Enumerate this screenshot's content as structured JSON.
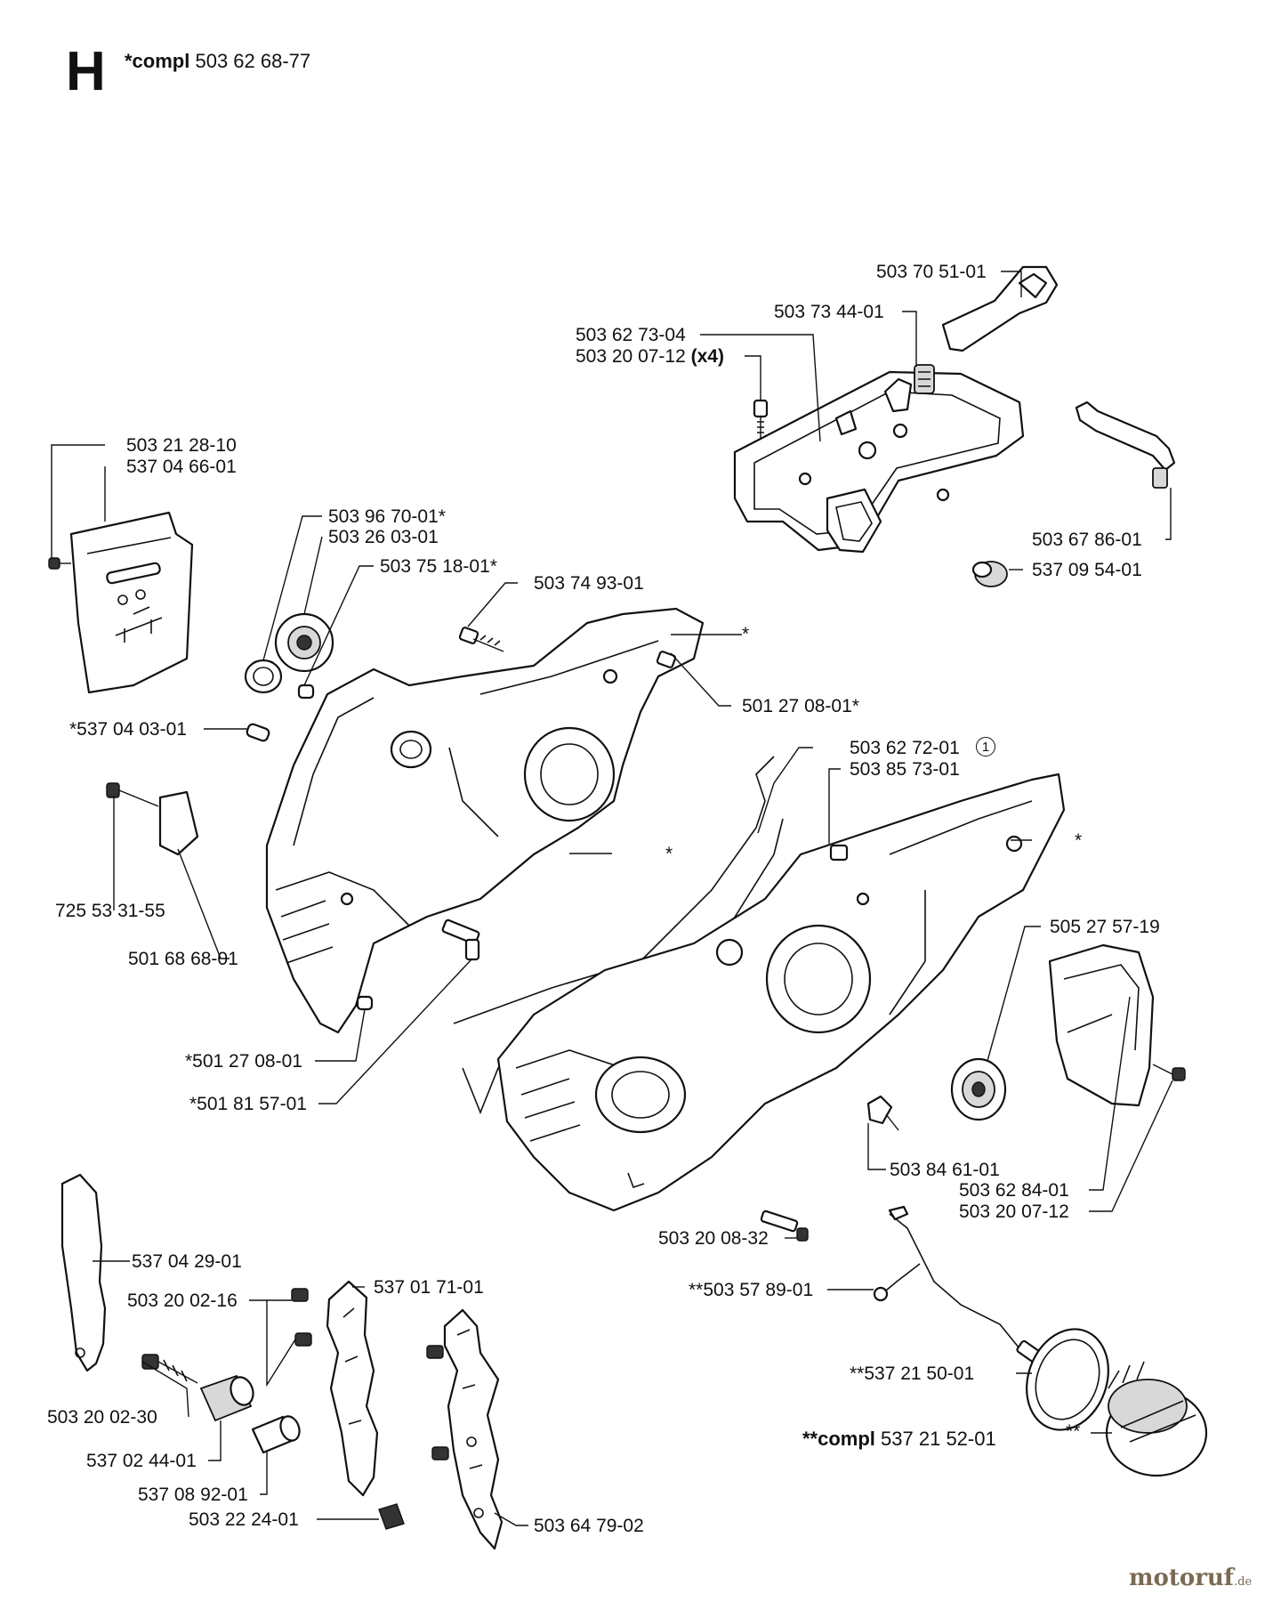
{
  "heading": {
    "letter": "H",
    "assembly_prefix": "*compl",
    "assembly_number": "503 62 68-77"
  },
  "labels": {
    "l_503_70_51_01": "503 70 51-01",
    "l_503_73_44_01": "503 73 44-01",
    "l_503_62_73_04": "503 62 73-04",
    "l_503_20_07_12_x4": "503 20 07-12",
    "l_x4": "(x4)",
    "l_503_21_28_10": "503 21 28-10",
    "l_537_04_66_01": "537 04 66-01",
    "l_503_96_70_01": "503 96 70-01*",
    "l_503_26_03_01": "503 26 03-01",
    "l_503_75_18_01": "503 75 18-01*",
    "l_503_74_93_01": "503 74 93-01",
    "l_star_top": "*",
    "l_537_04_03_01": "*537 04 03-01",
    "l_501_27_08_01_top": "501 27 08-01*",
    "l_503_62_72_01": "503 62 72-01",
    "l_circle_1": "1",
    "l_503_85_73_01": "503 85 73-01",
    "l_star_mid": "*",
    "l_star_right": "*",
    "l_725_53_31_55": "725 53 31-55",
    "l_501_68_68_01": "501 68 68-01",
    "l_505_27_57_19": "505 27 57-19",
    "l_503_67_86_01": "503 67 86-01",
    "l_537_09_54_01": "537 09 54-01",
    "l_501_27_08_01_bot": "*501 27 08-01",
    "l_501_81_57_01": "*501 81 57-01",
    "l_503_84_61_01": "503 84 61-01",
    "l_503_62_84_01": "503 62 84-01",
    "l_503_20_07_12": "503 20 07-12",
    "l_503_20_08_32": "503 20 08-32",
    "l_503_57_89_01": "**503 57 89-01",
    "l_537_04_29_01": "537 04 29-01",
    "l_537_01_71_01": "537 01 71-01",
    "l_503_20_02_16": "503 20 02-16",
    "l_537_21_50_01": "**537 21 50-01",
    "l_503_20_02_30": "503 20 02-30",
    "l_537_02_44_01": "537 02 44-01",
    "l_537_08_92_01": "537 08 92-01",
    "l_503_22_24_01": "503 22 24-01",
    "l_503_64_79_02": "503 64 79-02",
    "l_star_star": "**"
  },
  "fuel_cap_assembly": {
    "prefix": "**compl",
    "number": "537 21 52-01"
  },
  "watermark": {
    "brand": "motoruf",
    "suffix": ".de",
    "color": "#7a6a52"
  }
}
